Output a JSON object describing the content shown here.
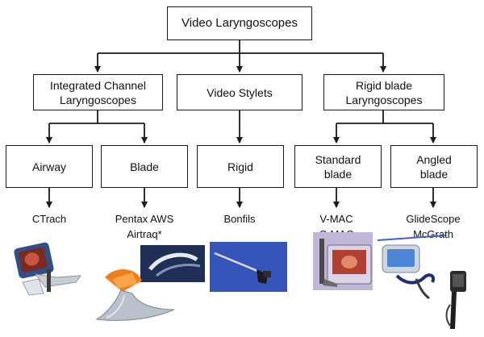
{
  "title": "Video Laryngoscopes",
  "categories": [
    {
      "line1": "Integrated Channel",
      "line2": "Laryngoscopes"
    },
    {
      "line1": "Video Stylets",
      "line2": ""
    },
    {
      "line1": "Rigid blade",
      "line2": "Laryngoscopes"
    }
  ],
  "types": [
    {
      "line1": "Airway",
      "line2": ""
    },
    {
      "line1": "Blade",
      "line2": ""
    },
    {
      "line1": "Rigid",
      "line2": ""
    },
    {
      "line1": "Standard",
      "line2": "blade"
    },
    {
      "line1": "Angled",
      "line2": "blade"
    }
  ],
  "devices": [
    {
      "line1": "CTrach",
      "line2": ""
    },
    {
      "line1": "Pentax AWS",
      "line2": "Airtraq*"
    },
    {
      "line1": "Bonfils",
      "line2": ""
    },
    {
      "line1": "V-MAC",
      "line2": "C-MAC"
    },
    {
      "line1": "GlideScope",
      "line2": "McGrath"
    }
  ],
  "colors": {
    "line": "#1a1a1a",
    "box_border": "#1a1a1a",
    "box_fill": "#ffffff"
  },
  "photos": [
    "ctrach-device-photo",
    "pentax-airtraq-device-photo",
    "bonfils-device-photo",
    "vmac-cmac-device-photo",
    "glidescope-mcgrath-device-photo"
  ]
}
